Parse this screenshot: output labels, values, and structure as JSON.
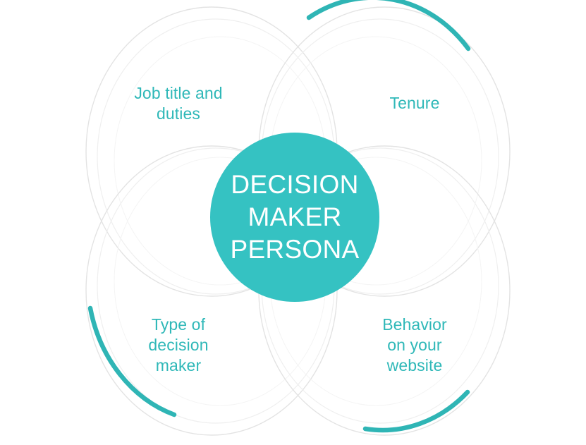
{
  "diagram": {
    "type": "venn-four-circle",
    "title": "DECISION MAKER PERSONA",
    "center": {
      "label": "DECISION\nMAKER\nPERSONA",
      "fill_color": "#35c2c2",
      "text_color": "#ffffff"
    },
    "colors": {
      "accent_teal": "#2fb8b8",
      "arc_teal": "#2fb5b5",
      "outline_gray": "#e2e2e2",
      "outline_gray_faint": "#ededed",
      "label_text": "#2fb8b8",
      "background": "#ffffff"
    },
    "quadrants": [
      {
        "id": "job-title",
        "label": "Job title and\nduties",
        "position": "top-left",
        "accent_arc": false
      },
      {
        "id": "tenure",
        "label": "Tenure",
        "position": "top-right",
        "accent_arc": true
      },
      {
        "id": "type-decision",
        "label": "Type of\ndecision\nmaker",
        "position": "bottom-left",
        "accent_arc": true
      },
      {
        "id": "behavior",
        "label": "Behavior\non your\nwebsite",
        "position": "bottom-right",
        "accent_arc": true
      }
    ]
  }
}
